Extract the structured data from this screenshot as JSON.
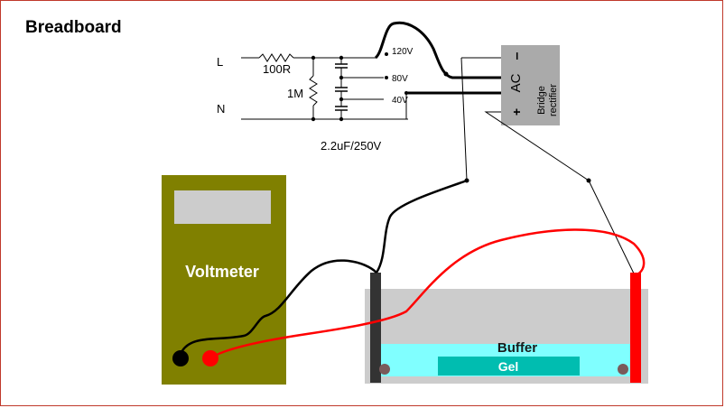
{
  "title": "Breadboard",
  "circuit": {
    "line_label": "L",
    "neutral_label": "N",
    "resistor_series": "100R",
    "resistor_shunt": "1M",
    "capacitor_label": "2.2uF/250V",
    "taps": [
      "120V",
      "80V",
      "40V"
    ]
  },
  "rectifier": {
    "label_line1": "Bridge",
    "label_line2": "rectifier",
    "ac_label": "AC",
    "minus_label": "–",
    "plus_label": "+"
  },
  "voltmeter": {
    "label": "Voltmeter"
  },
  "gel_box": {
    "buffer_label": "Buffer",
    "gel_label": "Gel"
  },
  "colors": {
    "voltmeter_body": "#808000",
    "voltmeter_display": "#cccccc",
    "rectifier_body": "#aaaaaa",
    "tank": "#cccccc",
    "buffer": "#80ffff",
    "gel": "#00bdb0",
    "negative_electrode": "#333333",
    "positive_electrode": "#ff0000",
    "black_wire": "#000000",
    "red_wire": "#ff0000",
    "frame": "#c0392b"
  }
}
